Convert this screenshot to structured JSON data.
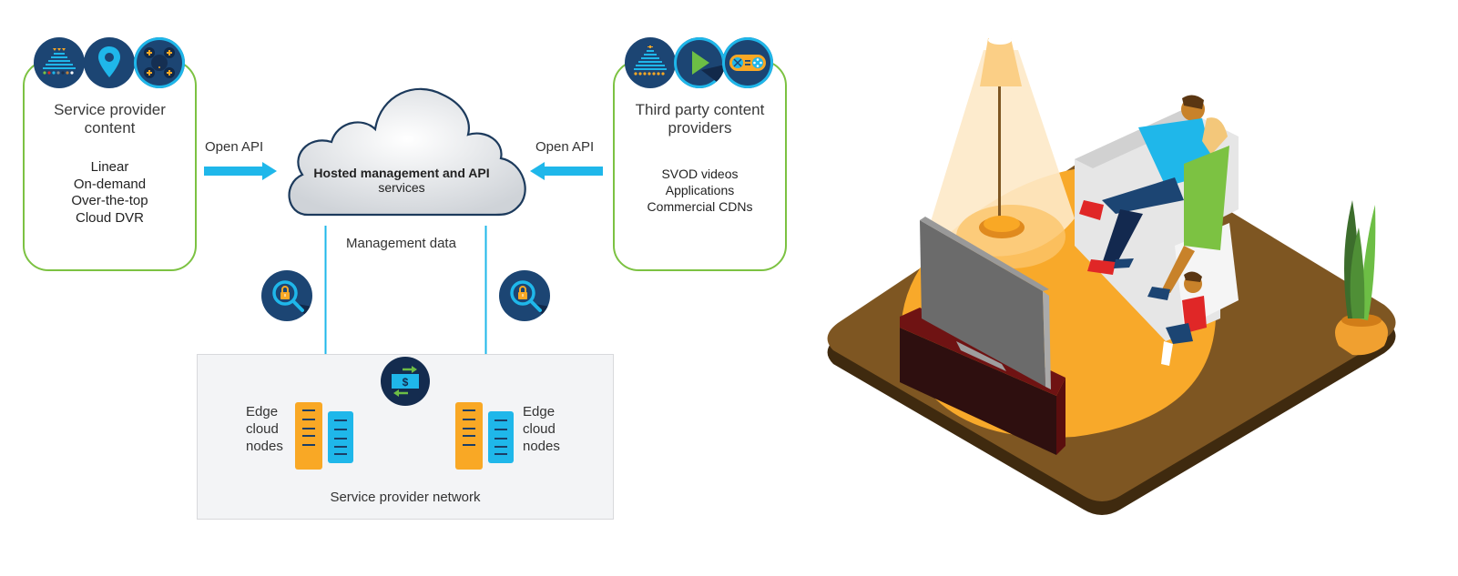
{
  "left_panel": {
    "title_line1": "Service provider",
    "title_line2": "content",
    "items": [
      "Linear",
      "On-demand",
      "Over-the-top",
      "Cloud DVR"
    ],
    "icons": [
      "content-pyramid-icon",
      "location-pin-icon",
      "drone-network-icon"
    ]
  },
  "right_panel": {
    "title_line1": "Third party content",
    "title_line2": "providers",
    "items": [
      "SVOD videos",
      "Applications",
      "Commercial CDNs"
    ],
    "icons": [
      "content-pyramid-icon",
      "play-icon",
      "game-controller-icon"
    ]
  },
  "cloud": {
    "line1": "Hosted management and API",
    "line2": "services"
  },
  "arrows": {
    "left_label": "Open API",
    "right_label": "Open API",
    "center_label": "Management data"
  },
  "network": {
    "label": "Service provider network",
    "left_nodes": [
      "Edge",
      "cloud",
      "nodes"
    ],
    "right_nodes": [
      "Edge",
      "cloud",
      "nodes"
    ]
  },
  "colors": {
    "green_border": "#7cc242",
    "arrow_blue": "#1fb7ea",
    "icon_navy": "#1c4573",
    "server_orange": "#f9a825",
    "server_blue": "#1fb7ea",
    "floor_brown": "#7e5622",
    "rug_orange": "#f8a92a"
  },
  "illustration": {
    "description": "Family watching TV in living room"
  }
}
